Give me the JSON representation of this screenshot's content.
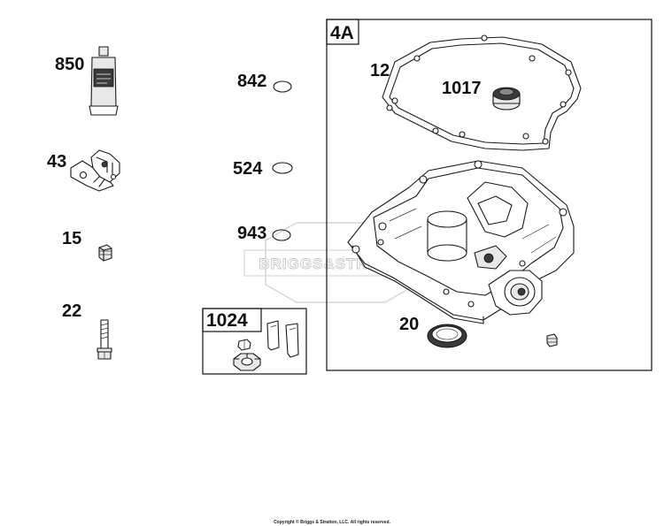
{
  "watermark": "BRIGGS&STRATTON",
  "footer": {
    "copyright": "Copyright © Briggs & Stratton, LLC. All rights reserved."
  },
  "callouts": {
    "sealant": "850",
    "bracket": "43",
    "plug": "15",
    "screw": "22",
    "oring_842": "842",
    "oring_524": "524",
    "oring_943": "943",
    "gear_kit": "1024",
    "sump_assembly": "4A",
    "gasket": "12",
    "governor_cup": "1017",
    "oil_seal": "20"
  },
  "colors": {
    "line": "#1a1a1a",
    "shade": "#e8e8e8",
    "watermark": "#c8c8c8"
  }
}
